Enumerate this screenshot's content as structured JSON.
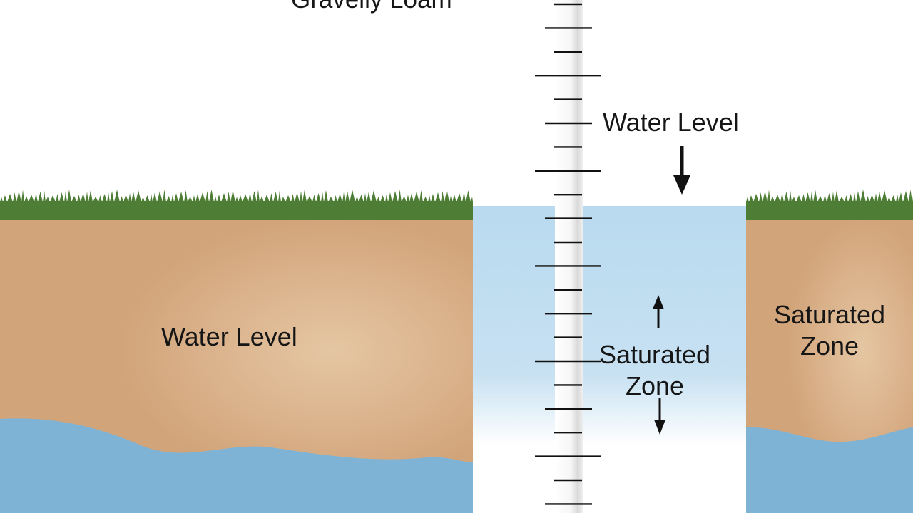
{
  "labels": {
    "top_soil": "Gravelly Loam",
    "water_level_top": "Water Level",
    "water_level_left": "Water Level",
    "saturated_zone_center": "Saturated Zone",
    "saturated_zone_right": "Saturated Zone"
  },
  "colors": {
    "grass": "#4e7d35",
    "soil": "#d2a47a",
    "soil_highlight": "#e3c3a0",
    "groundwater": "#7fb3d5",
    "well_water": "#b8d9ee",
    "gauge_pole": "#ededed",
    "tick": "#111111"
  },
  "icons": {
    "arrow_down_top": "arrow-down-icon",
    "arrow_up_mid": "arrow-up-icon",
    "arrow_down_mid": "arrow-down-icon"
  }
}
